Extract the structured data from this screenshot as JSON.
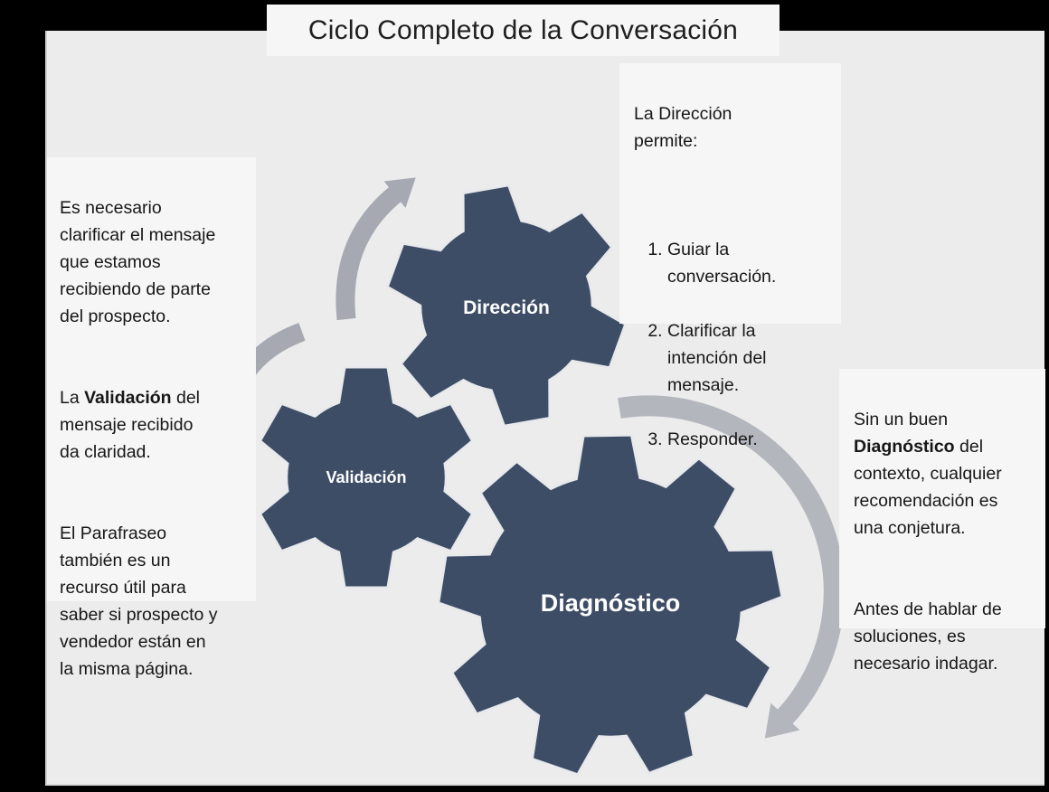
{
  "title": "Ciclo Completo de la Conversación",
  "colors": {
    "gear": "#3e4d66",
    "arrow": "#a6a9b2",
    "arc": "#b3b6bd",
    "gear_label": "#ffffff",
    "slide_bg": "#ececec",
    "box_bg": "#f6f6f6"
  },
  "gears": {
    "direccion": {
      "label": "Dirección"
    },
    "validacion": {
      "label": "Validación"
    },
    "diagnostico": {
      "label": "Diagnóstico"
    }
  },
  "left_box": {
    "p1": "Es necesario\nclarificar el mensaje\nque estamos\nrecibiendo de parte\ndel prospecto.",
    "p2_pre": "La ",
    "p2_bold": "Validación",
    "p2_post": " del\nmensaje recibido\nda claridad.",
    "p3": "El Parafraseo\ntambién es un\nrecurso útil para\nsaber si prospecto y\nvendedor están en\nla misma página."
  },
  "direccion_box": {
    "heading": "La Dirección\npermite:",
    "items": [
      "Guiar la\nconversación.",
      "Clarificar la\nintención del\nmensaje.",
      "Responder."
    ]
  },
  "diagnostico_box": {
    "p1_pre": "Sin un buen\n",
    "p1_bold": "Diagnóstico",
    "p1_post": " del\ncontexto, cualquier\nrecomendación es\nuna conjetura.",
    "p2": "Antes de hablar de\nsoluciones, es\nnecesario indagar."
  }
}
